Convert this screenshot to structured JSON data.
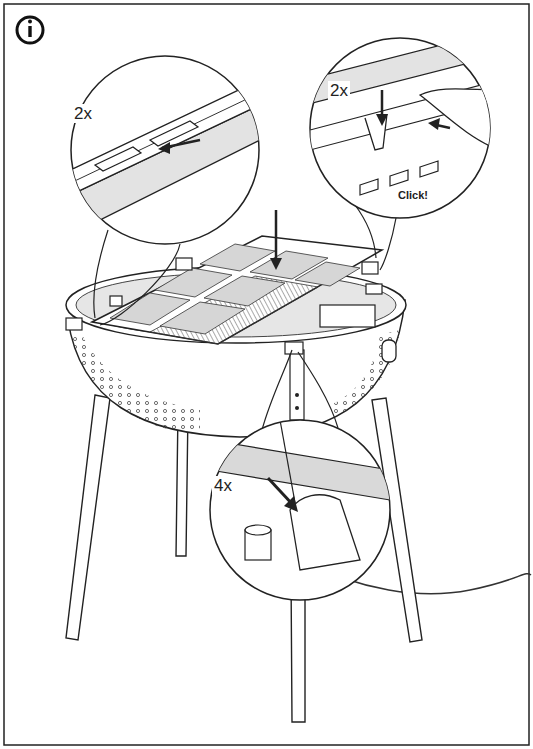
{
  "diagram": {
    "labels": [
      "2x",
      "2x",
      "Click!",
      "4x"
    ]
  }
}
